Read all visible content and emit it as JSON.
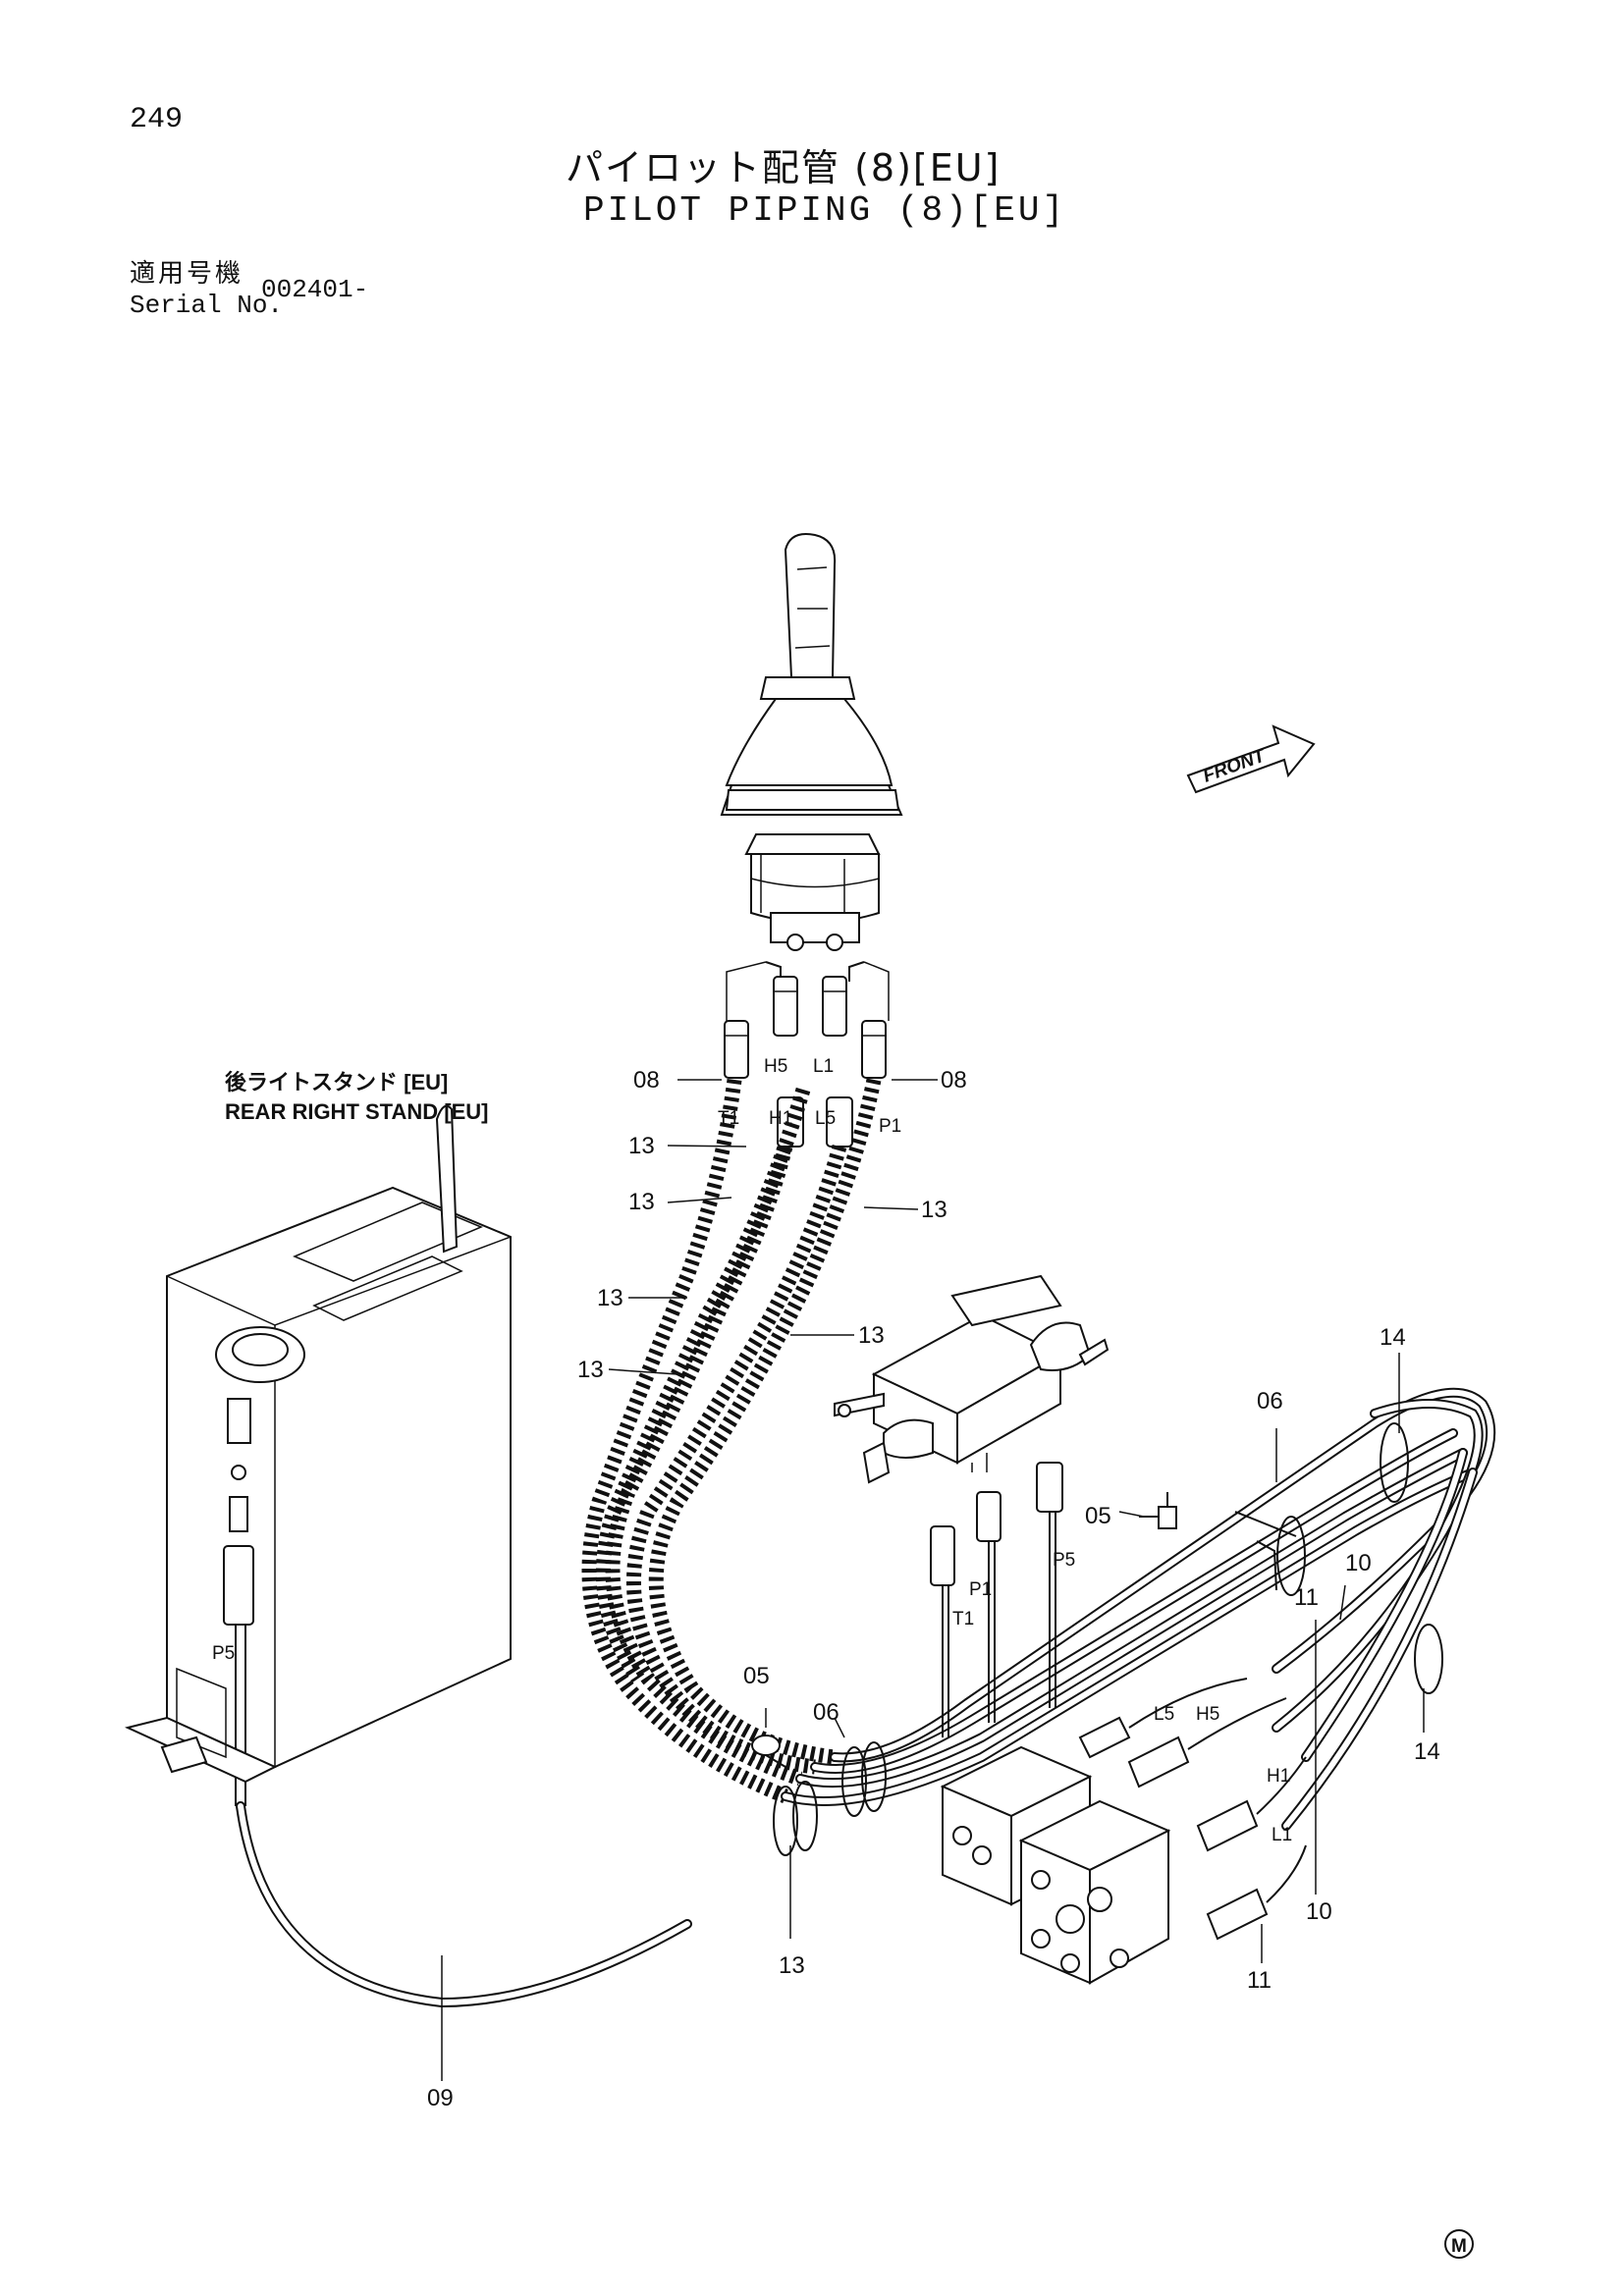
{
  "header": {
    "page_number": "249",
    "title_jp": "パイロット配管 (8)[EU]",
    "title_en": "PILOT PIPING (8)[EU]",
    "serial_label_jp": "適用号機",
    "serial_label_en": "Serial No.",
    "serial_value": "002401-"
  },
  "stand_label": {
    "jp": "後ライトスタンド [EU]",
    "en": "REAR RIGHT STAND [EU]"
  },
  "front_arrow": "FRONT",
  "parts": {
    "p05": "05",
    "p06": "06",
    "p08": "08",
    "p09": "09",
    "p10": "10",
    "p11": "11",
    "p13": "13",
    "p14": "14"
  },
  "ports": {
    "t1": "T1",
    "h5": "H5",
    "l1": "L1",
    "p1": "P1",
    "h1": "H1",
    "l5": "L5",
    "p5": "P5"
  },
  "maker_mark": "M"
}
